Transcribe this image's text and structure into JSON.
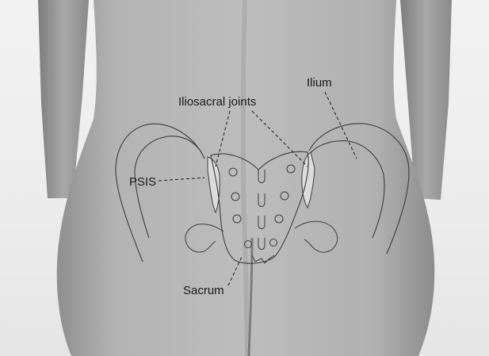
{
  "labels": {
    "iliosacral_joints": "Iliosacral joints",
    "ilium": "Ilium",
    "psis": "PSIS",
    "sacrum": "Sacrum"
  },
  "colors": {
    "background": "#ececec",
    "skin": "#a9a9a9",
    "outline": "#444444",
    "joint_fill": "#dedede",
    "label_text": "#1a1a1a"
  }
}
